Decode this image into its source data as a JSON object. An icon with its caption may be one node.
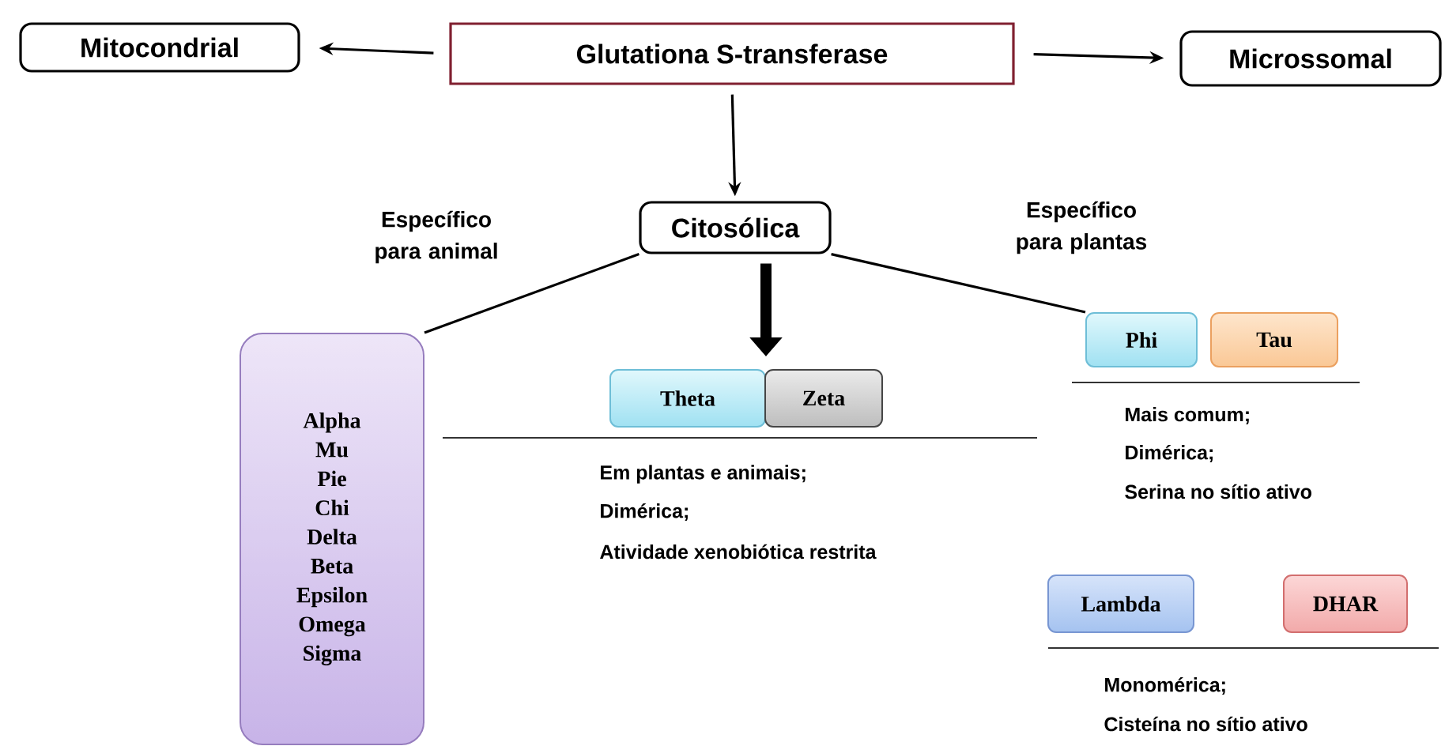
{
  "diagram": {
    "nodes": [
      {
        "text": [
          "Glutationa S-transferase"
        ]
      },
      {
        "text": [
          "Mitocondrial"
        ]
      },
      {
        "text": [
          "Microssomal"
        ]
      },
      {
        "text": [
          "Citosólica"
        ]
      },
      {
        "text": [
          "Alpha",
          "Mu",
          "Pie",
          "Chi",
          "Delta",
          "Beta",
          "Epsilon",
          "Omega",
          "Sigma"
        ]
      },
      {
        "text": [
          "Theta"
        ]
      },
      {
        "text": [
          "Zeta"
        ]
      },
      {
        "text": [
          "Phi"
        ]
      },
      {
        "text": [
          "Tau"
        ]
      },
      {
        "text": [
          "Lambda"
        ]
      },
      {
        "text": [
          "DHAR"
        ]
      }
    ],
    "edges": [
      {
        "from": 0,
        "to": 1,
        "arrow": "to"
      },
      {
        "from": 0,
        "to": 2,
        "arrow": "to"
      },
      {
        "from": 0,
        "to": 3,
        "arrow": "to"
      },
      {
        "from": 3,
        "to": 4,
        "arrow": "none"
      },
      {
        "from": 3,
        "to": 5,
        "arrow": "to",
        "style": "thick"
      },
      {
        "from": 3,
        "to": 7,
        "arrow": "none"
      }
    ],
    "labels": [
      "Específico para animal",
      "Específico para plantas",
      "Em plantas e animais;",
      "Dimérica;",
      "Atividade xenobiótica restrita",
      "Mais comum;",
      "Dimérica;",
      "Serina no sítio ativo",
      "Monomérica;",
      "Cisteína no sítio ativo"
    ]
  }
}
